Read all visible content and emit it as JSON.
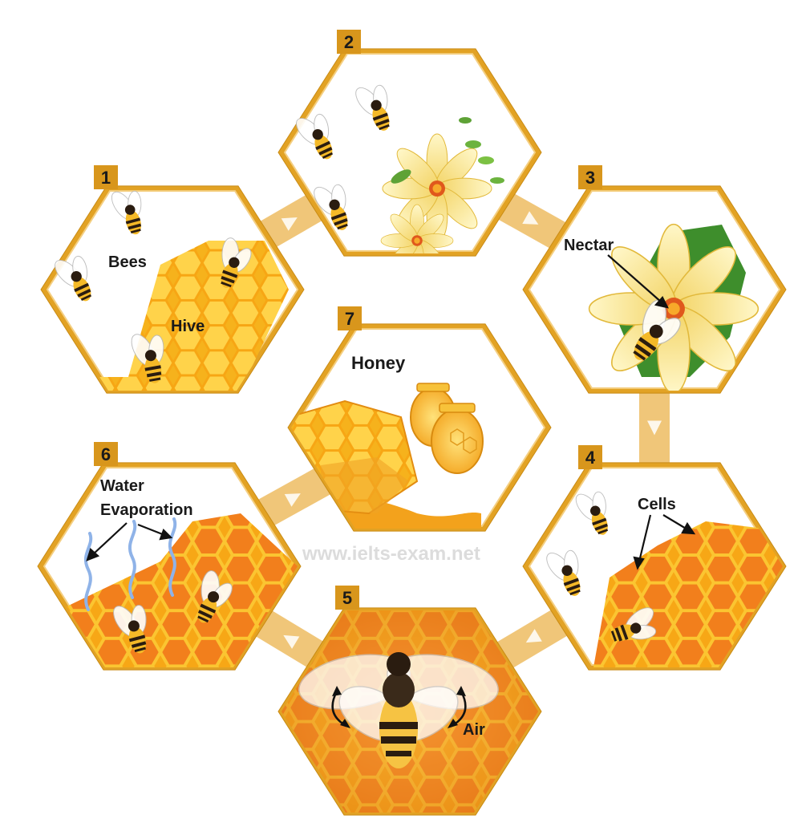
{
  "colors": {
    "frame": "#e2a224",
    "frame_dark": "#c98b14",
    "connector": "#f0c679",
    "badge": "#d8961c",
    "honey_light": "#fbd24e",
    "honey_dark": "#f08a14",
    "cell_fill_orange": "#f6951e"
  },
  "steps": [
    {
      "number": "1",
      "labels": [
        "Bees",
        "Hive"
      ]
    },
    {
      "number": "2",
      "labels": []
    },
    {
      "number": "3",
      "labels": [
        "Nectar"
      ]
    },
    {
      "number": "4",
      "labels": [
        "Cells"
      ]
    },
    {
      "number": "5",
      "labels": [
        "Air"
      ]
    },
    {
      "number": "6",
      "labels": [
        "Water",
        "Evaporation"
      ]
    },
    {
      "number": "7",
      "labels": [
        "Honey"
      ]
    }
  ],
  "watermark": "www.ielts-exam.net"
}
